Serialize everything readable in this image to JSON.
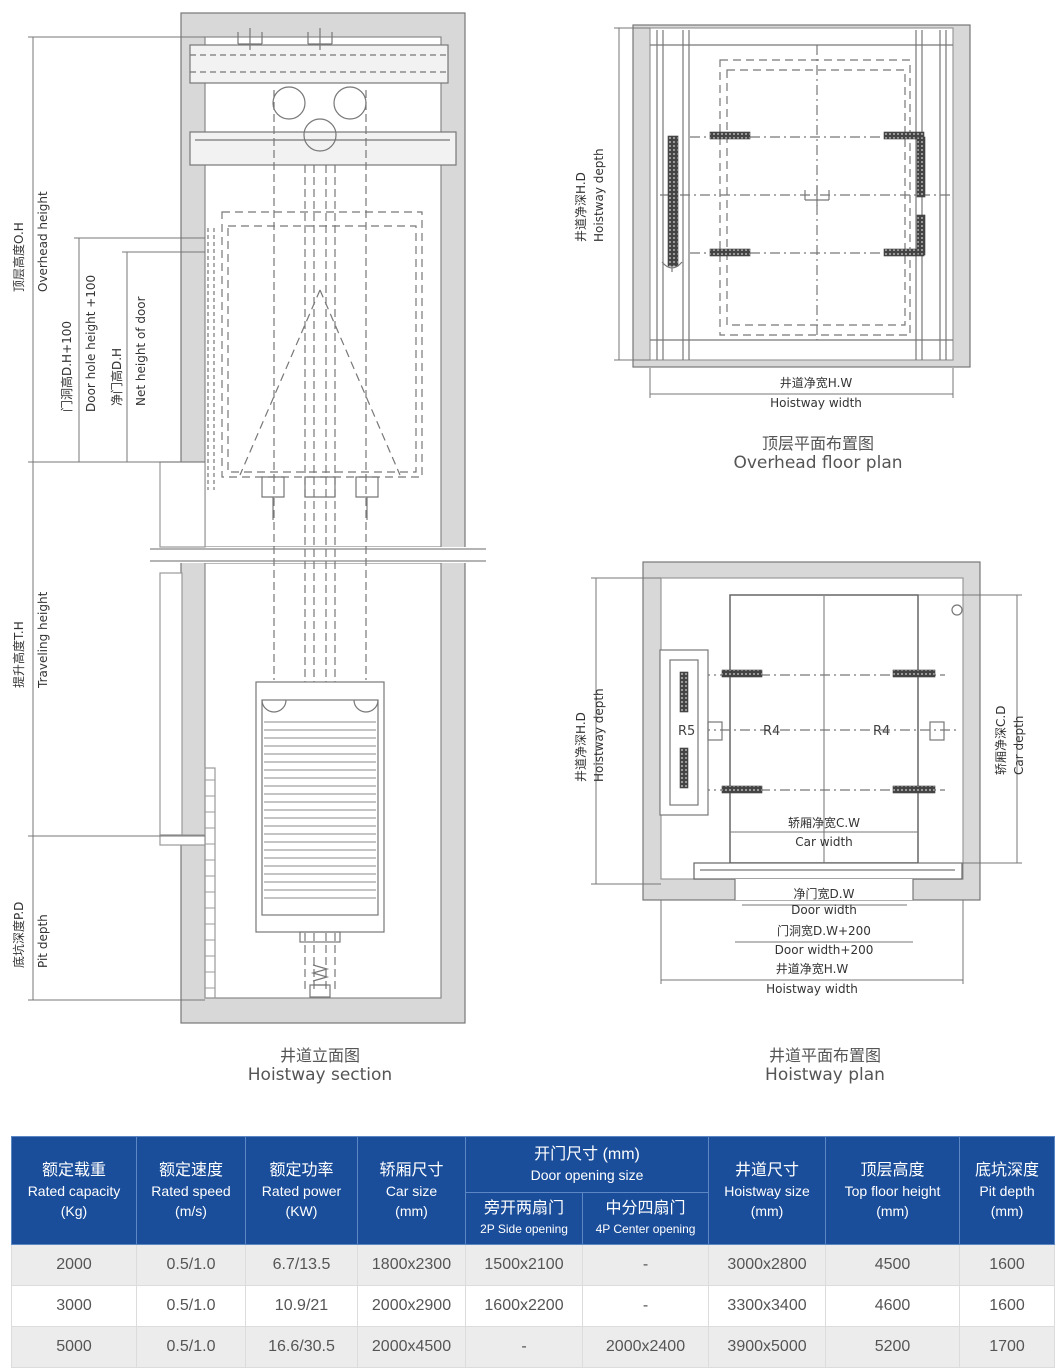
{
  "section_view": {
    "caption_zh": "井道立面图",
    "caption_en": "Hoistway section",
    "dims": [
      {
        "zh": "顶层高度O.H",
        "en": "Overhead height"
      },
      {
        "zh": "门洞高D.H+100",
        "en": "Door hole height +100"
      },
      {
        "zh": "净门高D.H",
        "en": "Net height of door"
      },
      {
        "zh": "提升高度T.H",
        "en": "Traveling height"
      },
      {
        "zh": "底坑深度P.D",
        "en": "Pit depth"
      }
    ]
  },
  "overhead_plan": {
    "caption_zh": "顶层平面布置图",
    "caption_en": "Overhead floor plan",
    "depth_zh": "井道净深H.D",
    "depth_en": "Hoistway depth",
    "width_zh": "井道净宽H.W",
    "width_en": "Hoistway width"
  },
  "hoistway_plan": {
    "caption_zh": "井道平面布置图",
    "caption_en": "Hoistway plan",
    "depth_zh": "井道净深H.D",
    "depth_en": "Hoistway depth",
    "car_depth_zh": "轿厢净深C.D",
    "car_depth_en": "Car depth",
    "car_width_zh": "轿厢净宽C.W",
    "car_width_en": "Car width",
    "door_width_zh": "净门宽D.W",
    "door_width_en": "Door width",
    "door_opening_zh": "门洞宽D.W+200",
    "door_opening_en": "Door width+200",
    "width_zh": "井道净宽H.W",
    "width_en": "Hoistway width",
    "rail_labels": [
      "R5",
      "R4",
      "R4"
    ]
  },
  "table": {
    "headers": [
      {
        "zh": "额定载重",
        "en": "Rated capacity",
        "unit": "(Kg)"
      },
      {
        "zh": "额定速度",
        "en": "Rated speed",
        "unit": "(m/s)"
      },
      {
        "zh": "额定功率",
        "en": "Rated power",
        "unit": "(KW)"
      },
      {
        "zh": "轿厢尺寸",
        "en": "Car size",
        "unit": "(mm)"
      },
      {
        "zh": "开门尺寸 (mm)",
        "en": "Door opening size"
      },
      {
        "zh": "井道尺寸",
        "en": "Hoistway size",
        "unit": "(mm)"
      },
      {
        "zh": "顶层高度",
        "en": "Top floor height",
        "unit": "(mm)"
      },
      {
        "zh": "底坑深度",
        "en": "Pit depth",
        "unit": "(mm)"
      }
    ],
    "subheaders": [
      {
        "zh": "旁开两扇门",
        "en": "2P Side opening"
      },
      {
        "zh": "中分四扇门",
        "en": "4P Center opening"
      }
    ],
    "rows": [
      [
        "2000",
        "0.5/1.0",
        "6.7/13.5",
        "1800x2300",
        "1500x2100",
        "-",
        "3000x2800",
        "4500",
        "1600"
      ],
      [
        "3000",
        "0.5/1.0",
        "10.9/21",
        "2000x2900",
        "1600x2200",
        "-",
        "3300x3400",
        "4600",
        "1600"
      ],
      [
        "5000",
        "0.5/1.0",
        "16.6/30.5",
        "2000x4500",
        "-",
        "2000x2400",
        "3900x5000",
        "5200",
        "1700"
      ]
    ]
  }
}
